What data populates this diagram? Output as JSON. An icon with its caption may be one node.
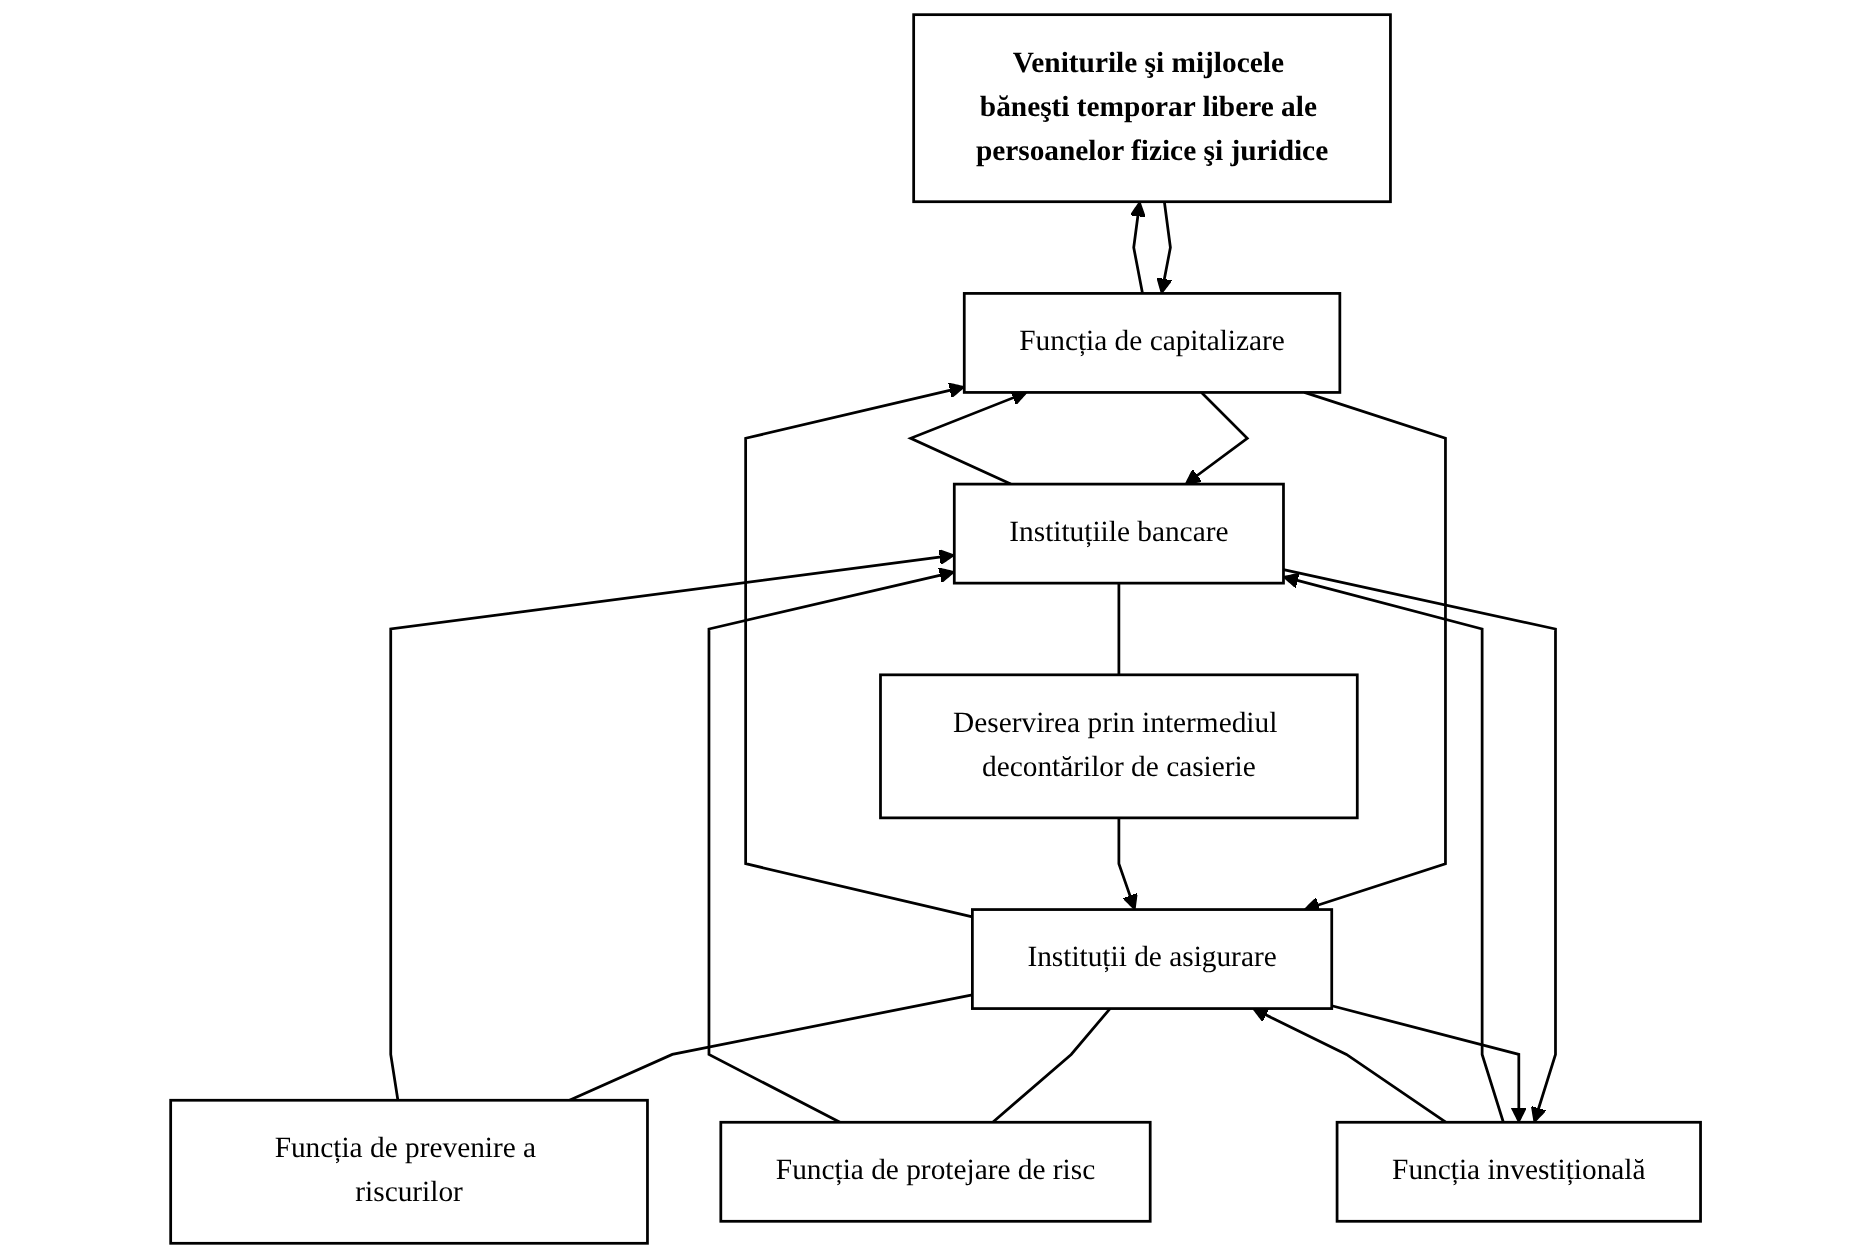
{
  "diagram": {
    "nodes": [
      {
        "text": [
          "Veniturile şi mijlocele băneşti temporar libere ale persoanelor fizice şi juridice"
        ]
      },
      {
        "text": [
          "Funcția de capitalizare"
        ]
      },
      {
        "text": [
          "Instituțiile bancare"
        ]
      },
      {
        "text": [
          "Deservirea prin intermediul decontărilor de casierie"
        ]
      },
      {
        "text": [
          "Instituții de asigurare"
        ]
      },
      {
        "text": [
          "Funcția de prevenire a riscurilor"
        ]
      },
      {
        "text": [
          "Funcția de protejare de risc"
        ]
      },
      {
        "text": [
          "Funcția investițională"
        ]
      }
    ],
    "edges": [
      {
        "from": 1,
        "to": 0,
        "arrow": "to"
      },
      {
        "from": 0,
        "to": 1,
        "arrow": "to"
      },
      {
        "from": 1,
        "to": 2,
        "arrow": "to"
      },
      {
        "from": 2,
        "to": 1,
        "arrow": "to"
      },
      {
        "from": 1,
        "to": 4,
        "arrow": "to"
      },
      {
        "from": 4,
        "to": 1,
        "arrow": "to"
      },
      {
        "from": 2,
        "to": 3,
        "arrow": "none"
      },
      {
        "from": 3,
        "to": 4,
        "arrow": "to"
      },
      {
        "from": 4,
        "to": 5,
        "arrow": "none"
      },
      {
        "from": 5,
        "to": 2,
        "arrow": "to"
      },
      {
        "from": 4,
        "to": 6,
        "arrow": "none"
      },
      {
        "from": 6,
        "to": 2,
        "arrow": "to"
      },
      {
        "from": 2,
        "to": 7,
        "arrow": "to"
      },
      {
        "from": 7,
        "to": 2,
        "arrow": "to"
      },
      {
        "from": 4,
        "to": 7,
        "arrow": "to"
      },
      {
        "from": 7,
        "to": 4,
        "arrow": "to"
      }
    ]
  }
}
